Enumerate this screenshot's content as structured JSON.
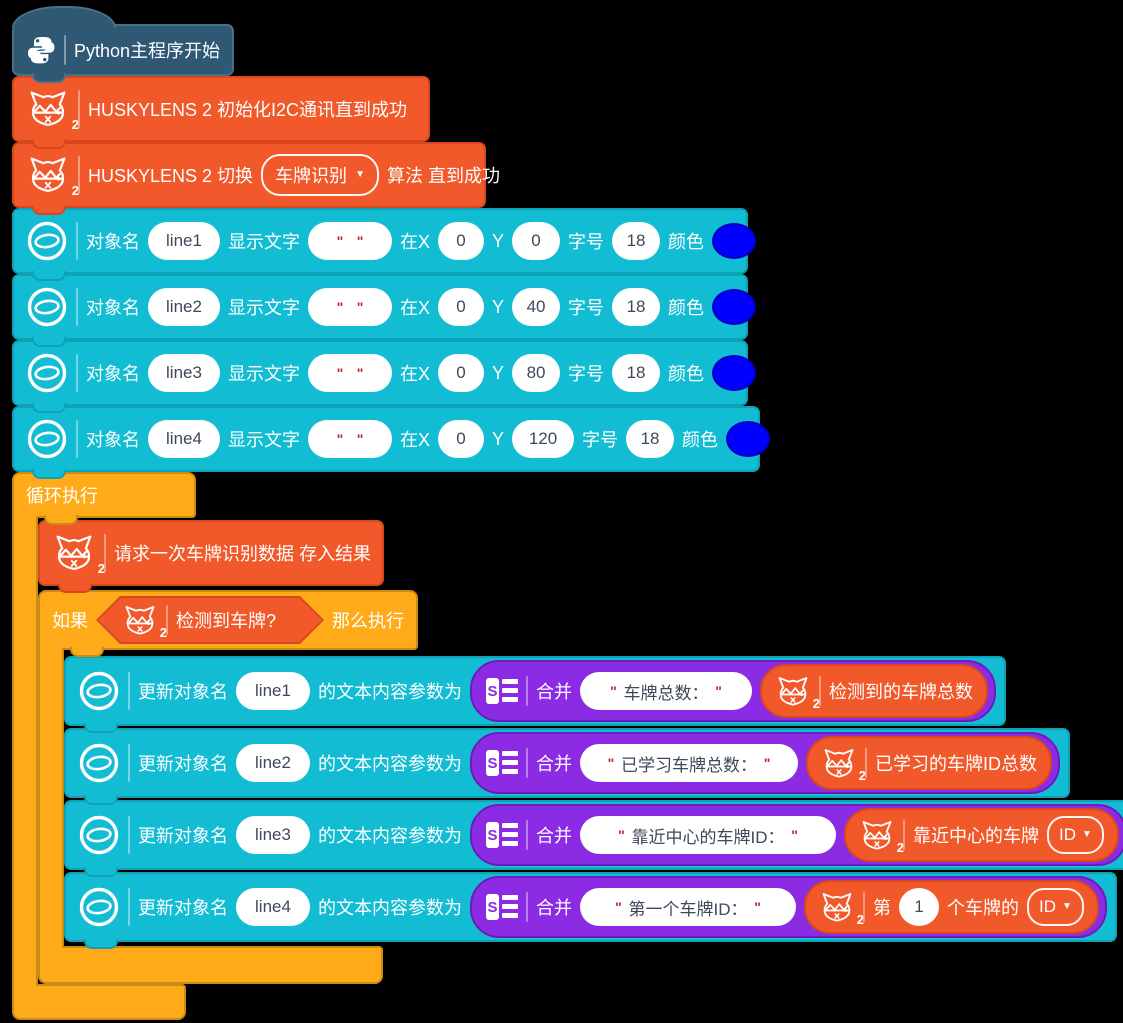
{
  "colors": {
    "hat_blue": "#2E5873",
    "huskylens_orange": "#F1592A",
    "display_cyan": "#12BDD4",
    "control_yellow": "#FFAB19",
    "join_purple": "#8B2BE3",
    "text_color_swatch": "#0000FF"
  },
  "marks": {
    "quote": "\"",
    "caret": "▼"
  },
  "badge": {
    "huskylens_version": "2"
  },
  "hat": {
    "label": "Python主程序开始"
  },
  "husky_init": {
    "label": "HUSKYLENS 2 初始化I2C通讯直到成功"
  },
  "husky_switch": {
    "prefix": "HUSKYLENS 2 切换",
    "algorithm": "车牌识别",
    "suffix": "算法 直到成功"
  },
  "display_labels": {
    "object": "对象名",
    "show_text": "显示文字",
    "at_x": "在X",
    "y": "Y",
    "font_size": "字号",
    "color": "颜色"
  },
  "display_rows": [
    {
      "name": "line1",
      "text": "  ",
      "x": "0",
      "y": "0",
      "size": "18"
    },
    {
      "name": "line2",
      "text": "  ",
      "x": "0",
      "y": "40",
      "size": "18"
    },
    {
      "name": "line3",
      "text": "  ",
      "x": "0",
      "y": "80",
      "size": "18"
    },
    {
      "name": "line4",
      "text": "  ",
      "x": "0",
      "y": "120",
      "size": "18"
    }
  ],
  "loop": {
    "label": "循环执行"
  },
  "request": {
    "label": "请求一次车牌识别数据 存入结果"
  },
  "if_block": {
    "if": "如果",
    "condition": "检测到车牌?",
    "then": "那么执行"
  },
  "update_labels": {
    "prefix": "更新对象名",
    "suffix": "的文本内容参数为",
    "join": "合并"
  },
  "update_rows": [
    {
      "name": "line1",
      "text": " 车牌总数： ",
      "reporter_label": "检测到的车牌总数"
    },
    {
      "name": "line2",
      "text": " 已学习车牌总数： ",
      "reporter_label": "已学习的车牌ID总数"
    },
    {
      "name": "line3",
      "text": " 靠近中心的车牌ID： ",
      "reporter_label": "靠近中心的车牌",
      "reporter_dropdown": "ID"
    },
    {
      "name": "line4",
      "text": " 第一个车牌ID： ",
      "reporter_prefix": "第",
      "reporter_index": "1",
      "reporter_suffix": "个车牌的",
      "reporter_dropdown": "ID"
    }
  ]
}
